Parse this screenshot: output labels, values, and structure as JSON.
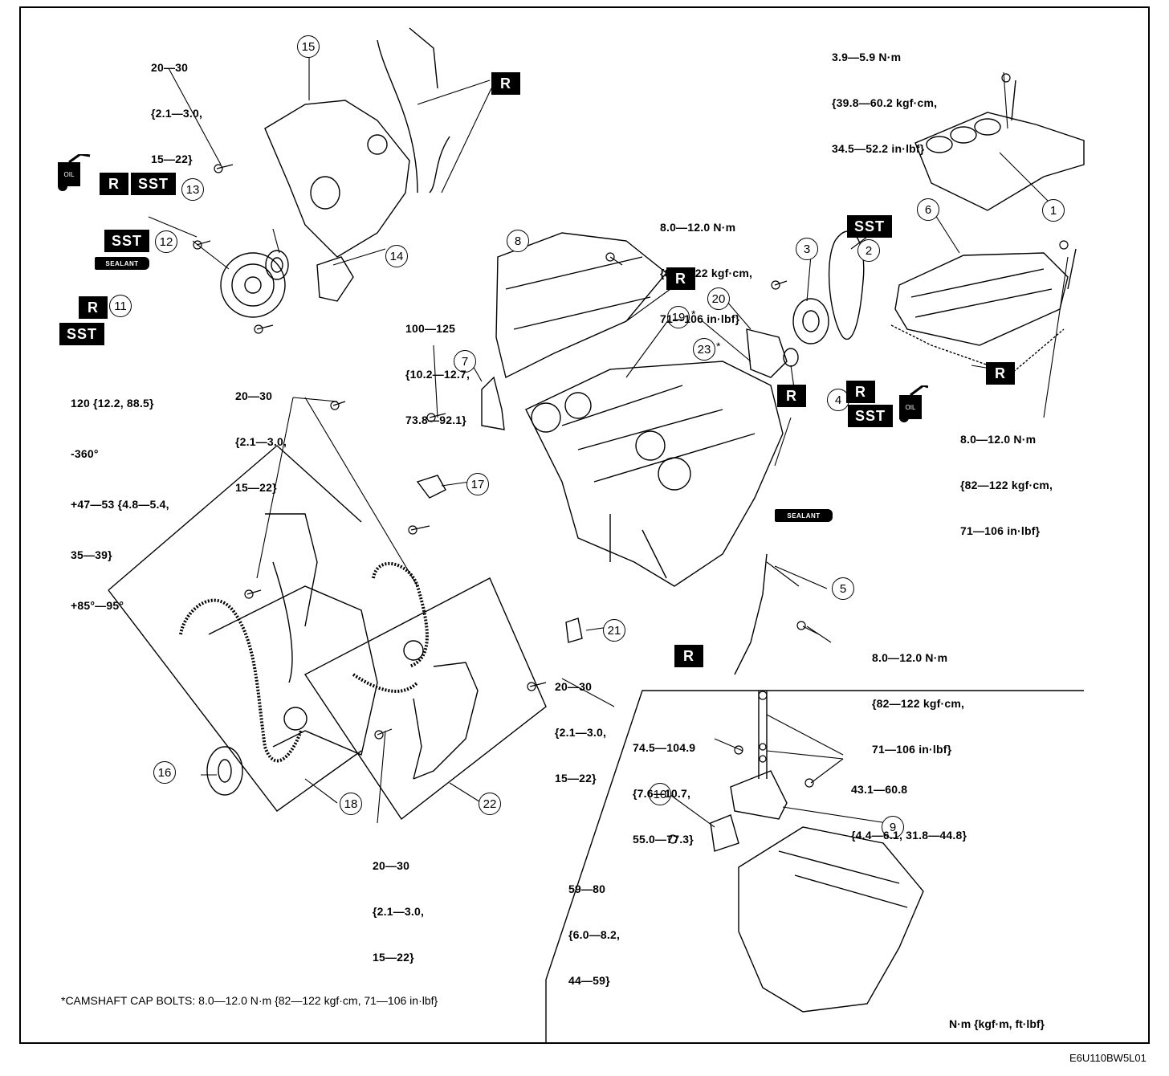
{
  "callouts": {
    "c1": "1",
    "c2": "2",
    "c3": "3",
    "c4": "4",
    "c5": "5",
    "c6": "6",
    "c7": "7",
    "c8": "8",
    "c9": "9",
    "c10": "10",
    "c11": "11",
    "c12": "12",
    "c13": "13",
    "c14": "14",
    "c15": "15",
    "c16": "16",
    "c17": "17",
    "c18": "18",
    "c19": "19",
    "c20": "20",
    "c21": "21",
    "c22": "22",
    "c23": "23"
  },
  "markers": {
    "c19": "*",
    "c23": "*"
  },
  "torque_specs": {
    "cover_top": [
      "3.9—5.9 N·m",
      "{39.8—60.2 kgf·cm,",
      "34.5—52.2 in·lbf}"
    ],
    "front_cover": [
      "20—30",
      "{2.1—3.0,",
      "15—22}"
    ],
    "head_cover_bolt": [
      "8.0—12.0 N·m",
      "{82—122 kgf·cm,",
      "71—106 in·lbf}"
    ],
    "bracket": [
      "100—125",
      "{10.2—12.7,",
      "73.8—92.1}"
    ],
    "pulley_bolt": [
      "120 {12.2, 88.5}",
      "-360°",
      "+47—53 {4.8—5.4,",
      "35—39}",
      "+85°—95°"
    ],
    "tensioner": [
      "20—30",
      "{2.1—3.0,",
      "15—22}"
    ],
    "cover_right": [
      "8.0—12.0 N·m",
      "{82—122 kgf·cm,",
      "71—106 in·lbf}"
    ],
    "dipstick": [
      "8.0—12.0 N·m",
      "{82—122 kgf·cm,",
      "71—106 in·lbf}"
    ],
    "guide_21": [
      "20—30",
      "{2.1—3.0,",
      "15—22}"
    ],
    "chain_lower": [
      "20—30",
      "{2.1—3.0,",
      "15—22}"
    ],
    "mount_a": [
      "74.5—104.9",
      "{7.6—10.7,",
      "55.0—77.3}"
    ],
    "mount_b": [
      "43.1—60.8",
      "{4.4—6.1, 31.8—44.8}"
    ],
    "mount_c": [
      "59—80",
      "{6.0—8.2,",
      "44—59}"
    ]
  },
  "badges": {
    "r": "R",
    "sst": "SST",
    "sealant": "SEALANT",
    "oil": "OIL"
  },
  "footnote": "*CAMSHAFT CAP BOLTS: 8.0—12.0 N·m {82—122 kgf·cm, 71—106 in·lbf}",
  "units_legend": "N·m {kgf·m, ft·lbf}",
  "figure_code": "E6U110BW5L01"
}
